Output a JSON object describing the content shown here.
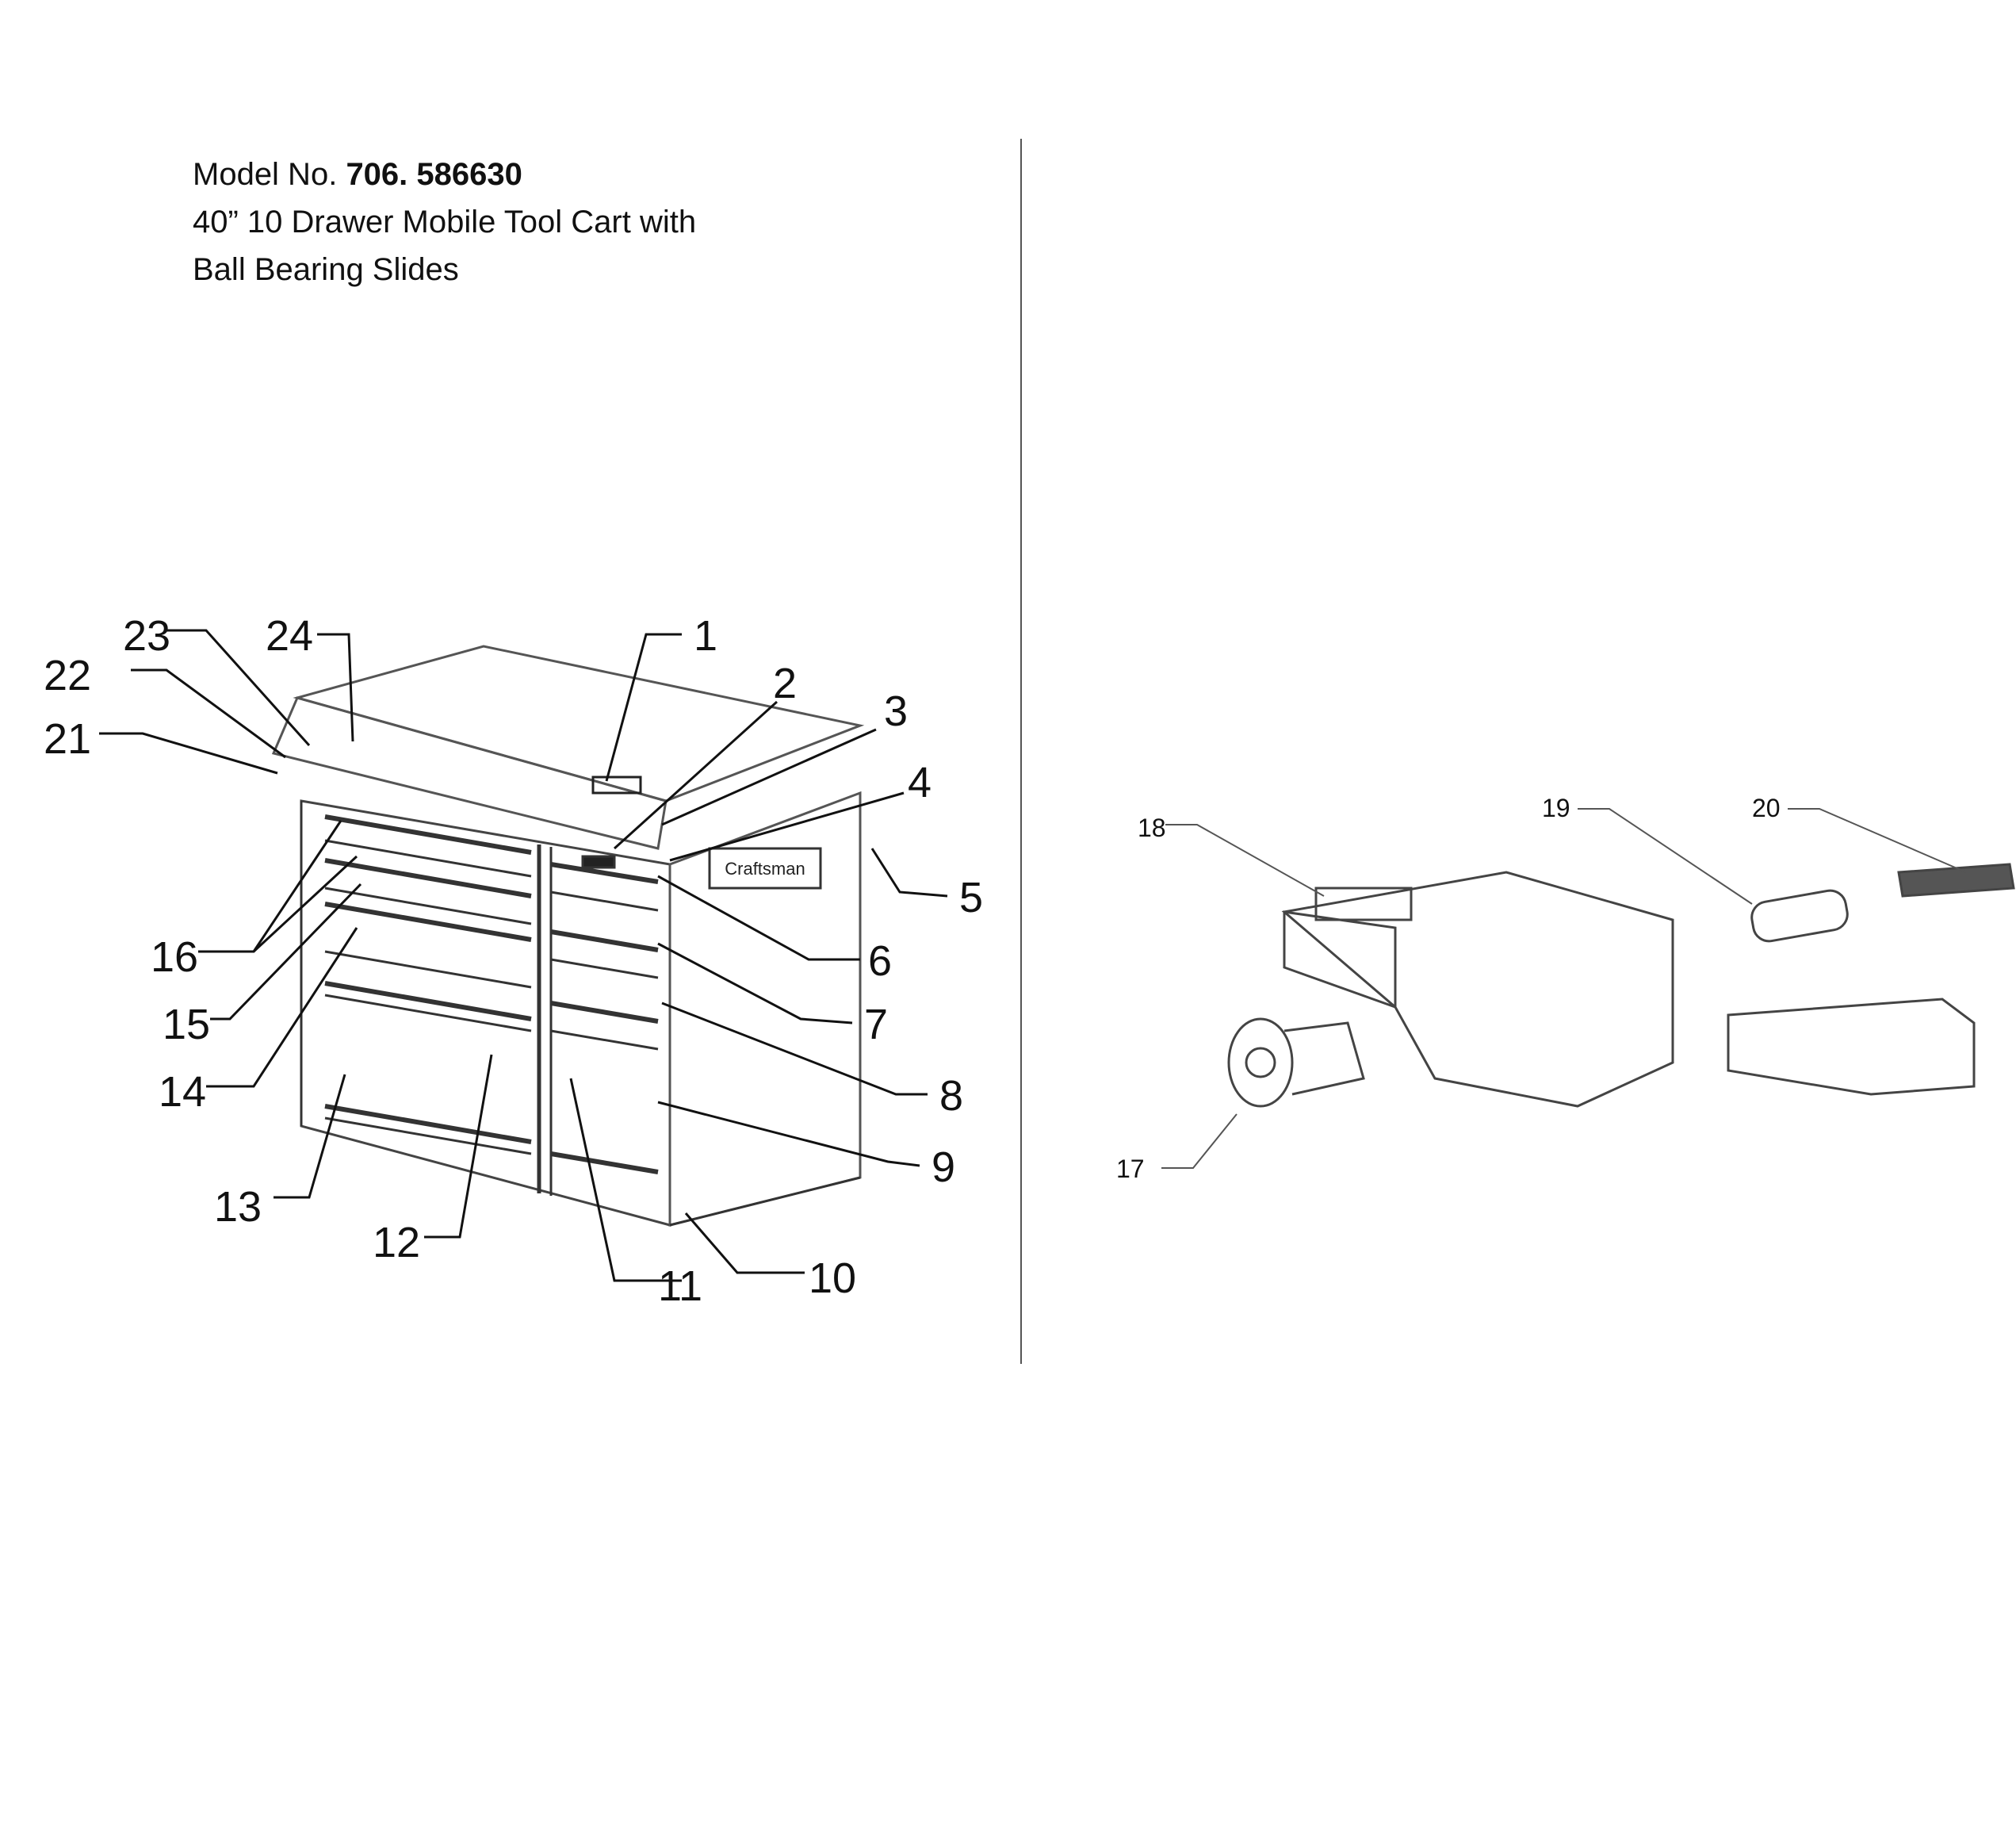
{
  "title": {
    "model_label": "Model No.",
    "model_number": "706. 586630",
    "line2": "40” 10 Drawer Mobile Tool Cart with",
    "line3": "Ball Bearing Slides"
  },
  "callouts": [
    "1",
    "2",
    "3",
    "4",
    "5",
    "6",
    "7",
    "8",
    "9",
    "10",
    "11",
    "12",
    "13",
    "14",
    "15",
    "16",
    "17",
    "18",
    "19",
    "20",
    "21",
    "22",
    "23",
    "24"
  ],
  "brand_mark": "Craftsman"
}
